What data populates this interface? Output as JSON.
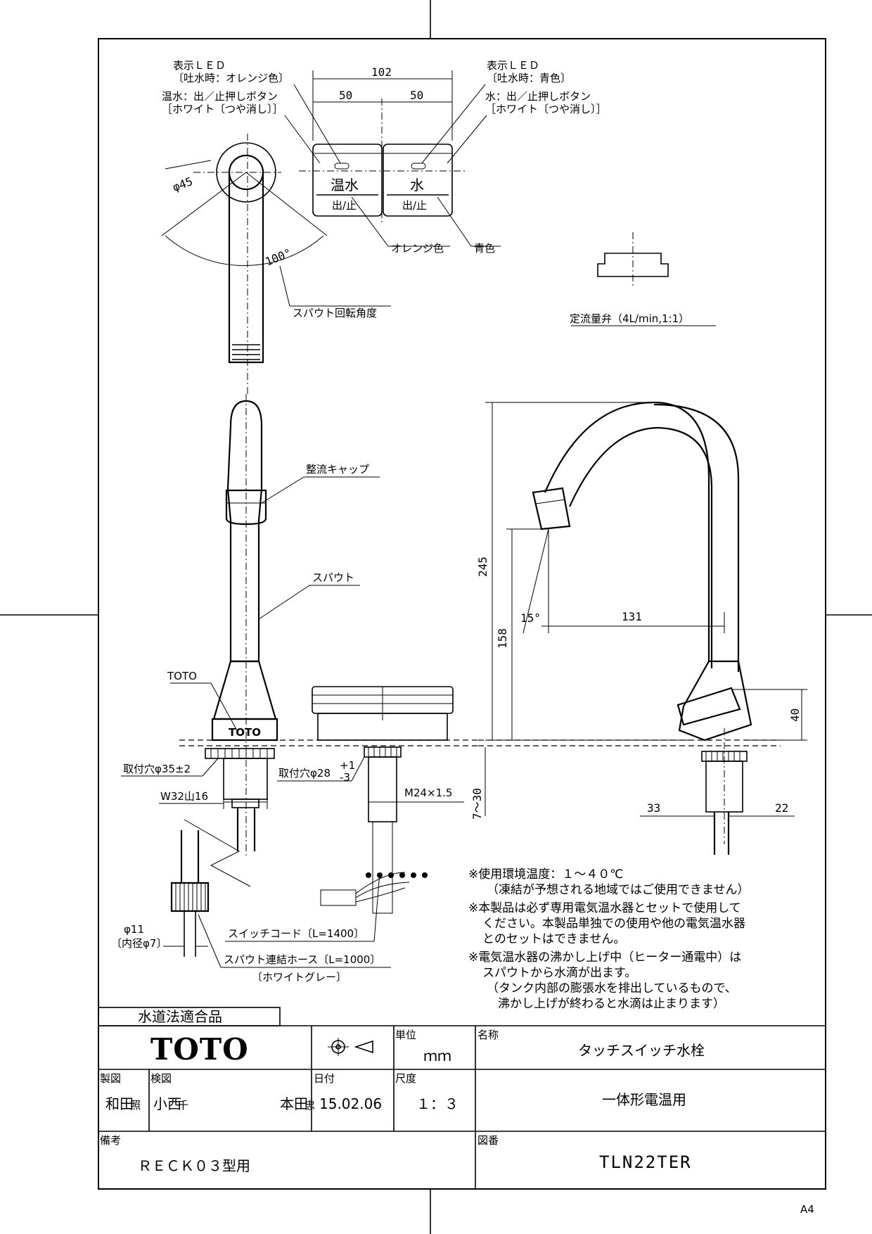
{
  "top_view": {
    "led_left_title": "表示ＬＥＤ",
    "led_left_note": "〔吐水時：オレンジ色〕",
    "btn_left_title": "温水：出／止押しボタン",
    "btn_left_note": "［ホワイト〔つや消し〕］",
    "led_right_title": "表示ＬＥＤ",
    "led_right_note": "〔吐水時：青色〕",
    "btn_right_title": "水：出／止押しボタン",
    "btn_right_note": "［ホワイト〔つや消し〕］",
    "dim_total": "102",
    "dim_left": "50",
    "dim_right": "50",
    "btn_left_label": "温水",
    "btn_right_label": "水",
    "btn_left_sub": "出/止",
    "btn_right_sub": "出/止",
    "orange_label": "オレンジ色",
    "blue_label": "青色",
    "dia45": "φ45",
    "angle": "100°",
    "rotation_label": "スパウト回転角度",
    "valve_label": "定流量弁（4L/min,1:1）"
  },
  "front_view": {
    "cap_label": "整流キャップ",
    "spout_label": "スパウト",
    "toto_label": "TOTO",
    "body_mark": "TOTO",
    "hole35": "取付穴φ35±2",
    "hole28": "取付穴φ28",
    "hole28_tol_plus": "+1",
    "hole28_tol_minus": "-3",
    "w32": "W32山16",
    "m24": "M24×1.5",
    "phi11": "φ11",
    "inner7": "〔内径φ7〕",
    "switch_cord": "スイッチコード〔L=1400〕",
    "hose": "スパウト連結ホース〔L=1000〕",
    "hose_color": "〔ホワイトグレー〕"
  },
  "side_view": {
    "h245": "245",
    "h158": "158",
    "w131": "131",
    "angle15": "15°",
    "h40": "40",
    "h7_30": "7～30",
    "w33": "33",
    "w22": "22"
  },
  "notes": [
    "※使用環境温度：１～４０℃",
    "（凍結が予想される地域ではご使用できません）",
    "※本製品は必ず専用電気温水器とセットで使用して",
    "ください。本製品単独での使用や他の電気温水器",
    "とのセットはできません。",
    "※電気温水器の沸かし上げ中（ヒーター通電中）は",
    "スパウトから水滴が出ます。",
    "（タンク内部の膨張水を排出しているもので、",
    "沸かし上げが終わると水滴は止まります）"
  ],
  "title_block": {
    "stamp": "水道法適合品",
    "logo": "TOTO",
    "unit_label": "単位",
    "unit_value": "ｍｍ",
    "name_label": "名称",
    "name_value": "タッチスイッチ水栓",
    "subname_value": "一体形電温用",
    "drawn_label": "製図",
    "checked_label": "検図",
    "drawn_by": "和田",
    "drawn_seal": "照",
    "checked_by": "小西",
    "checked_seal": "千",
    "approved_by": "本田",
    "approved_seal": "忠",
    "date_label": "日付",
    "date_value": "15.02.06",
    "scale_label": "尺度",
    "scale_value": "１：３",
    "remarks_label": "備考",
    "remarks_value": "ＲＥＣＫ０３型用",
    "drawing_no_label": "図番",
    "drawing_no_value": "TLN22TER"
  },
  "paper_size": "A4"
}
